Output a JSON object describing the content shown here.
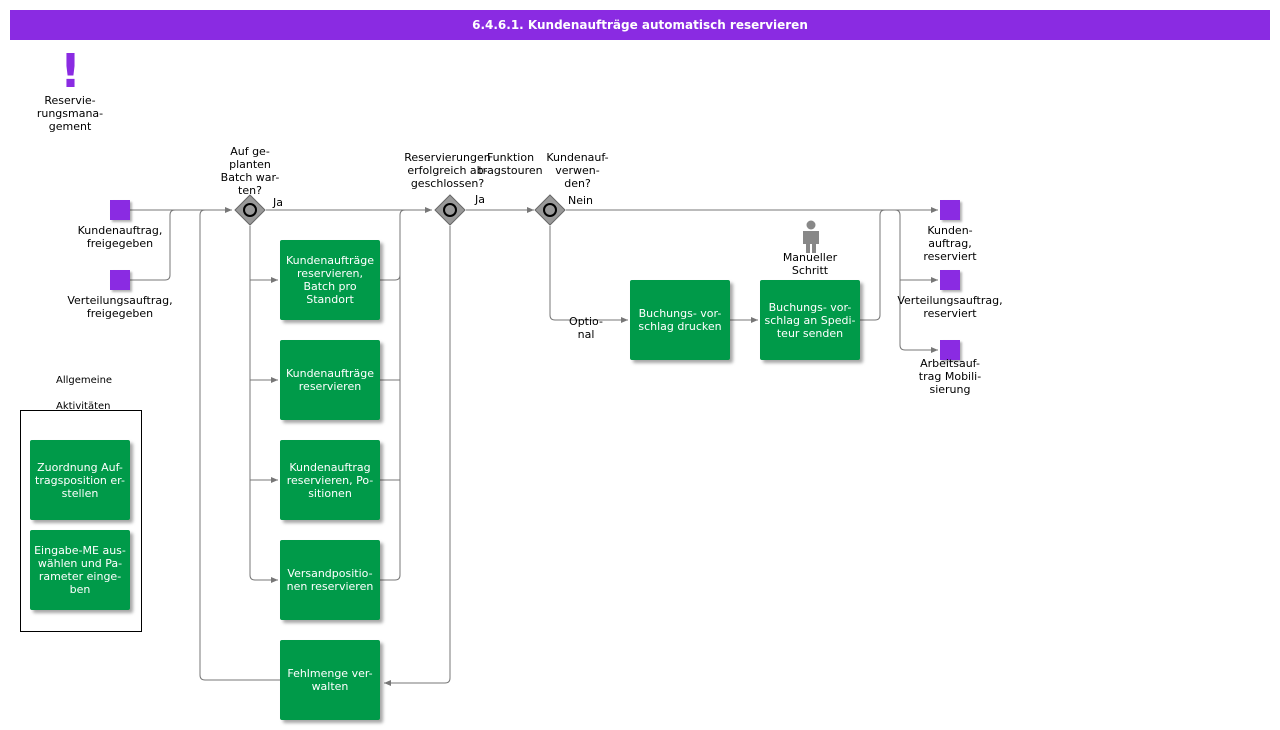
{
  "title": "6.4.6.1. Kundenaufträge automatisch reservieren",
  "reservation": {
    "icon": "exclamation-icon",
    "label": "Reservie-\nrungsmana-\ngement"
  },
  "start_events": {
    "kundenauftrag": "Kundenauftrag,\nfreigegeben",
    "verteilungsauftrag": "Verteilungsauftrag,\nfreigegeben"
  },
  "gateways": {
    "g1": {
      "question": "Auf ge-\nplanten\nBatch war-\nten?",
      "yes": "Ja"
    },
    "g2": {
      "question": "Reservierungen\nerfolgreich ab-\ngeschlossen?",
      "yes": "Ja"
    },
    "g3": {
      "question": "Funktion\ntragstouren\n",
      "question2": "Kundenauf-\nverwen-\nden?",
      "no": "Nein",
      "optional": "Optio-\nnal"
    }
  },
  "tasks": {
    "batch": "Kundenaufträge\nreservieren,\nBatch pro\nStandort",
    "reserve": "Kundenaufträge\nreservieren",
    "positions": "Kundenauftrag\nreservieren, Po-\nsitionen",
    "shipping": "Versandpositio-\nnen reservieren",
    "shortage": "Fehlmenge ver-\nwalten",
    "print": "Buchungs- vor-\nschlag drucken",
    "send": "Buchungs- vor-\nschlag an Spedi-\nteur senden"
  },
  "manual": {
    "icon": "person-icon",
    "label": "Manueller\nSchritt"
  },
  "end_events": {
    "kunden": "Kunden-\nauftrag,\nreserviert",
    "verteilung": "Verteilungsauftrag,\nreserviert",
    "arbeit": "Arbeitsauf-\ntrag Mobili-\nsierung"
  },
  "general": {
    "title_line1": "Allgemeine",
    "title_line2": "Aktivitäten",
    "task1": "Zuordnung Auf-\ntragsposition er-\nstellen",
    "task2": "Eingabe-ME aus-\nwählen und Pa-\nrameter einge-\nben"
  },
  "colors": {
    "header": "#8a2be2",
    "task": "#009a49",
    "event": "#8a2be2",
    "line": "#777777"
  }
}
